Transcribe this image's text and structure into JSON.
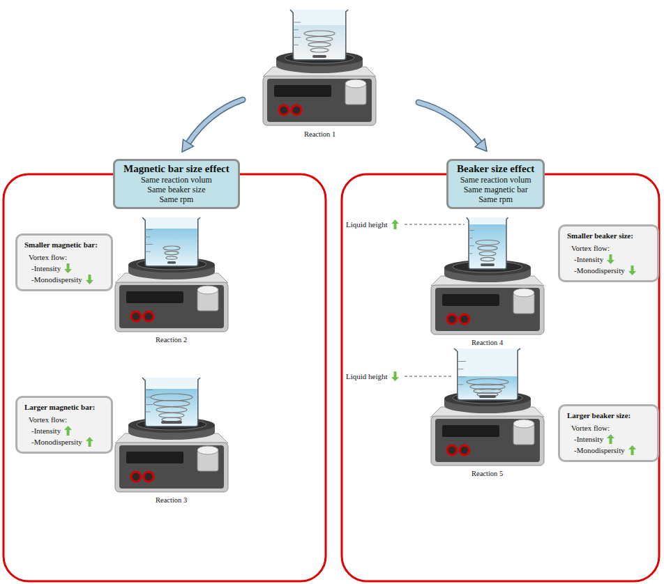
{
  "diagram": {
    "nodes": [
      {
        "text": [
          "Magnetic bar size effect",
          "Same reaction volum",
          "Same beaker size",
          "Same rpm"
        ]
      },
      {
        "text": [
          "Beaker size effect",
          "Same reaction volum",
          "Same magnetic bar",
          "Same rpm"
        ]
      },
      {
        "text": [
          "Smaller magnetic bar:",
          "Vortex flow:",
          "-Intensity",
          "-Monodispersity"
        ]
      },
      {
        "text": [
          "Smaller beaker size:",
          "Vortex flow:",
          "-Intensity",
          "-Monodispersity"
        ]
      },
      {
        "text": [
          "Larger magnetic bar:",
          "Vortex flow:",
          "-Intensity",
          "-Monodispersity"
        ]
      },
      {
        "text": [
          "Larger beaker size:",
          "Vortex flow:",
          "-Intensity",
          "-Monodispersity"
        ]
      }
    ],
    "labels": [
      "Reaction 1",
      "Liquid height",
      "Reaction 2",
      "Reaction 4",
      "Liquid height",
      "Reaction 3",
      "Reaction 5"
    ]
  }
}
